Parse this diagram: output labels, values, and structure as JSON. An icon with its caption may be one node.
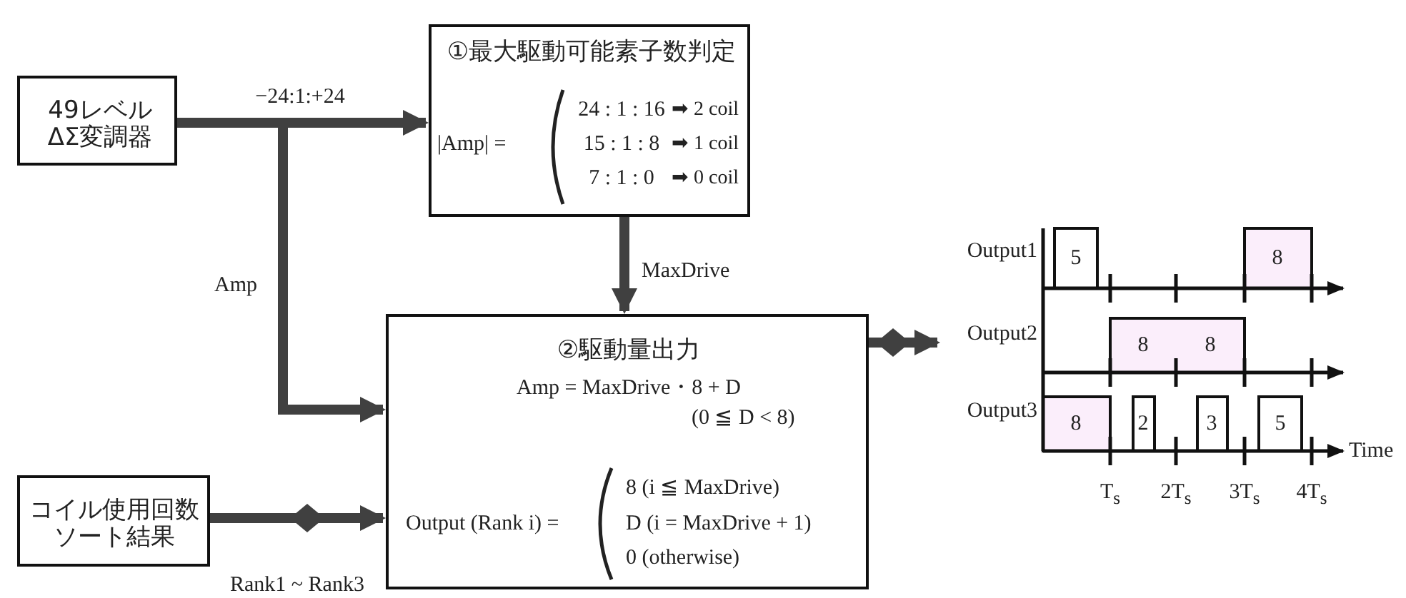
{
  "diagram": {
    "nodes": [
      {
        "text": [
          "49レベルΔΣ変調器"
        ]
      },
      {
        "text": [
          "①最大駆動可能素子数判定",
          "|Amp| =",
          "24 : 1 : 16",
          "➡ 2 coil",
          "15 : 1 : 8",
          "➡ 1 coil",
          "7 : 1 : 0",
          "➡ 0 coil"
        ]
      },
      {
        "text": [
          "②駆動量出力",
          "Amp = MaxDrive・8 + D",
          "(0 ≦ D < 8)",
          "Output (Rank i) =",
          "8 (i ≦ MaxDrive)",
          "D (i = MaxDrive + 1)",
          "0 (otherwise)"
        ]
      },
      {
        "text": [
          "コイル使用回数ソート結果"
        ]
      },
      {
        "text": [],
        "shape": "picture",
        "beside": [
          "Output1",
          "Output2",
          "Output3",
          "Time",
          "T$_{s}$",
          "2T$_{s}$",
          "3T$_{s}$",
          "4T$_{s}$"
        ]
      }
    ],
    "edges": [
      {
        "from": 0,
        "to": 1,
        "arrow": "to",
        "label": "−24:1:+24"
      },
      {
        "from": 0,
        "to": 2,
        "arrow": "to",
        "label": "Amp"
      },
      {
        "from": 1,
        "to": 2,
        "arrow": "to",
        "label": "MaxDrive"
      },
      {
        "from": 3,
        "to": 2,
        "arrow": "to",
        "label": "Rank1 ~ Rank3"
      },
      {
        "from": 2,
        "to": 4,
        "arrow": "to"
      }
    ],
    "labels": [
      "5",
      "8",
      "8",
      "8",
      "8",
      "2",
      "3",
      "5"
    ]
  }
}
